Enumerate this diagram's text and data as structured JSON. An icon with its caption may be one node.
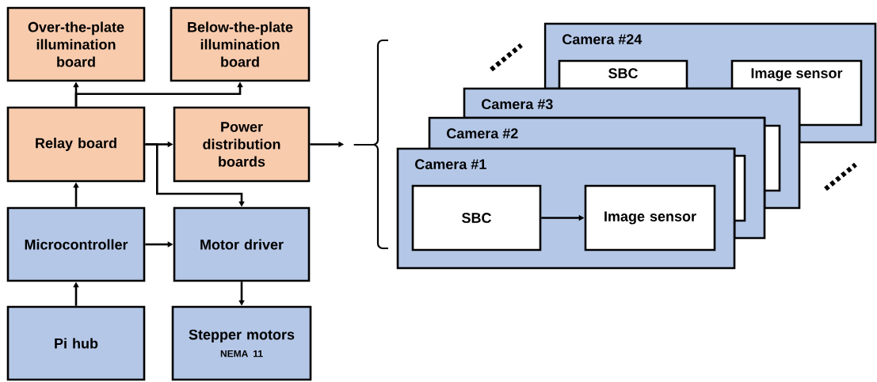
{
  "diagram": {
    "nodes": [
      {
        "text": [
          "Over-the-plate illumination board"
        ]
      },
      {
        "text": [
          "Below-the-plate illumination board"
        ]
      },
      {
        "text": [
          "Relay board"
        ]
      },
      {
        "text": [
          "Power distribution boards"
        ]
      },
      {
        "text": [
          "Microcontroller"
        ]
      },
      {
        "text": [
          "Motor driver"
        ]
      },
      {
        "text": [
          "Pi hub"
        ]
      },
      {
        "text": [
          "Stepper motors",
          "NEMA 11"
        ]
      },
      {
        "text": [
          "Camera #24"
        ]
      },
      {
        "text": [
          "SBC"
        ],
        "in": 8
      },
      {
        "text": [
          "Image sensor"
        ],
        "in": 8
      },
      {
        "text": [
          "Camera #3"
        ]
      },
      {
        "text": [],
        "shape": "box",
        "in": 11
      },
      {
        "text": [
          "Camera #2"
        ]
      },
      {
        "text": [],
        "shape": "box",
        "in": 13
      },
      {
        "text": [
          "Camera #1"
        ]
      },
      {
        "text": [
          "SBC"
        ],
        "in": 15
      },
      {
        "text": [
          "Image sensor"
        ],
        "in": 15
      }
    ],
    "edges": [
      {
        "from": 2,
        "to": 0,
        "arrow": "to"
      },
      {
        "from": 2,
        "to": 1,
        "arrow": "to"
      },
      {
        "from": 2,
        "to": 3,
        "arrow": "to"
      },
      {
        "from": 2,
        "to": 5,
        "arrow": "to"
      },
      {
        "from": 4,
        "to": 2,
        "arrow": "to"
      },
      {
        "from": 4,
        "to": 5,
        "arrow": "to"
      },
      {
        "from": 6,
        "to": 4,
        "arrow": "to"
      },
      {
        "from": 5,
        "to": 7,
        "arrow": "to"
      },
      {
        "from": 3,
        "to": null,
        "arrow": "to"
      },
      {
        "from": 16,
        "to": 17,
        "arrow": "to"
      }
    ]
  }
}
